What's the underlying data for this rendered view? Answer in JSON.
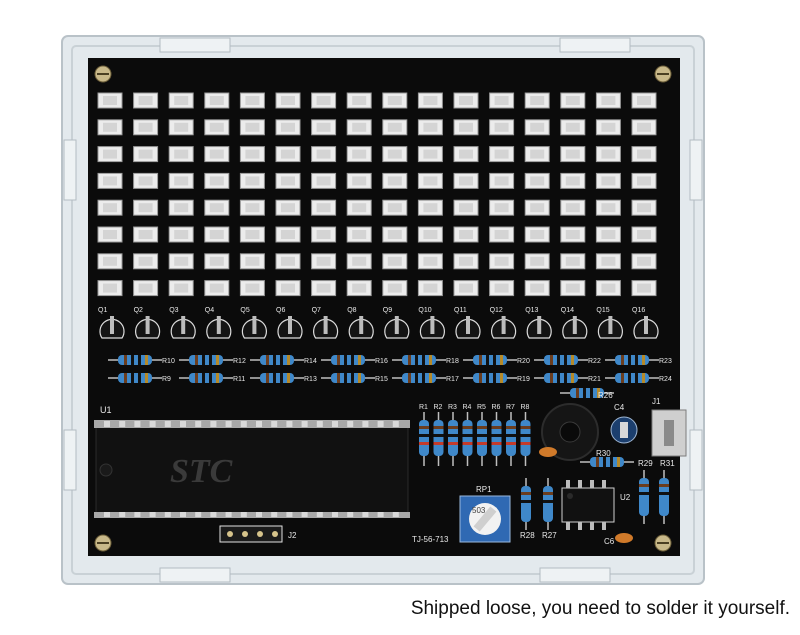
{
  "caption": "Shipped loose, you need to solder it yourself.",
  "board": {
    "chip_brand": "STC",
    "chip_label": "U1",
    "potentiometer_label": "RP1",
    "potentiometer_value": "503",
    "model_code": "TJ-56-713",
    "header_label": "J2",
    "ic2_label": "U2",
    "connector_label": "J1",
    "led_rows": 8,
    "led_cols": 16,
    "transistors": [
      "Q1",
      "Q2",
      "Q3",
      "Q4",
      "Q5",
      "Q6",
      "Q7",
      "Q8",
      "Q9",
      "Q10",
      "Q11",
      "Q12",
      "Q13",
      "Q14",
      "Q15",
      "Q16"
    ],
    "resistors_top": [
      "R10",
      "R12",
      "R14",
      "R16",
      "R18",
      "R20",
      "R22",
      "R23"
    ],
    "resistors_bottom": [
      "R9",
      "R11",
      "R13",
      "R15",
      "R17",
      "R19",
      "R21",
      "R24"
    ],
    "resistors_mid": [
      "R1",
      "R2",
      "R3",
      "R4",
      "R5",
      "R6",
      "R7",
      "R8"
    ],
    "misc_labels": [
      "R26",
      "C4",
      "R30",
      "R29",
      "R31",
      "R28",
      "R27",
      "C6"
    ]
  },
  "colors": {
    "pcb": "#0b0b0b",
    "acrylic": "#dfe6ea",
    "led_off": "#e9e9e9",
    "resistor": "#3f88c9",
    "text": "#111111"
  }
}
